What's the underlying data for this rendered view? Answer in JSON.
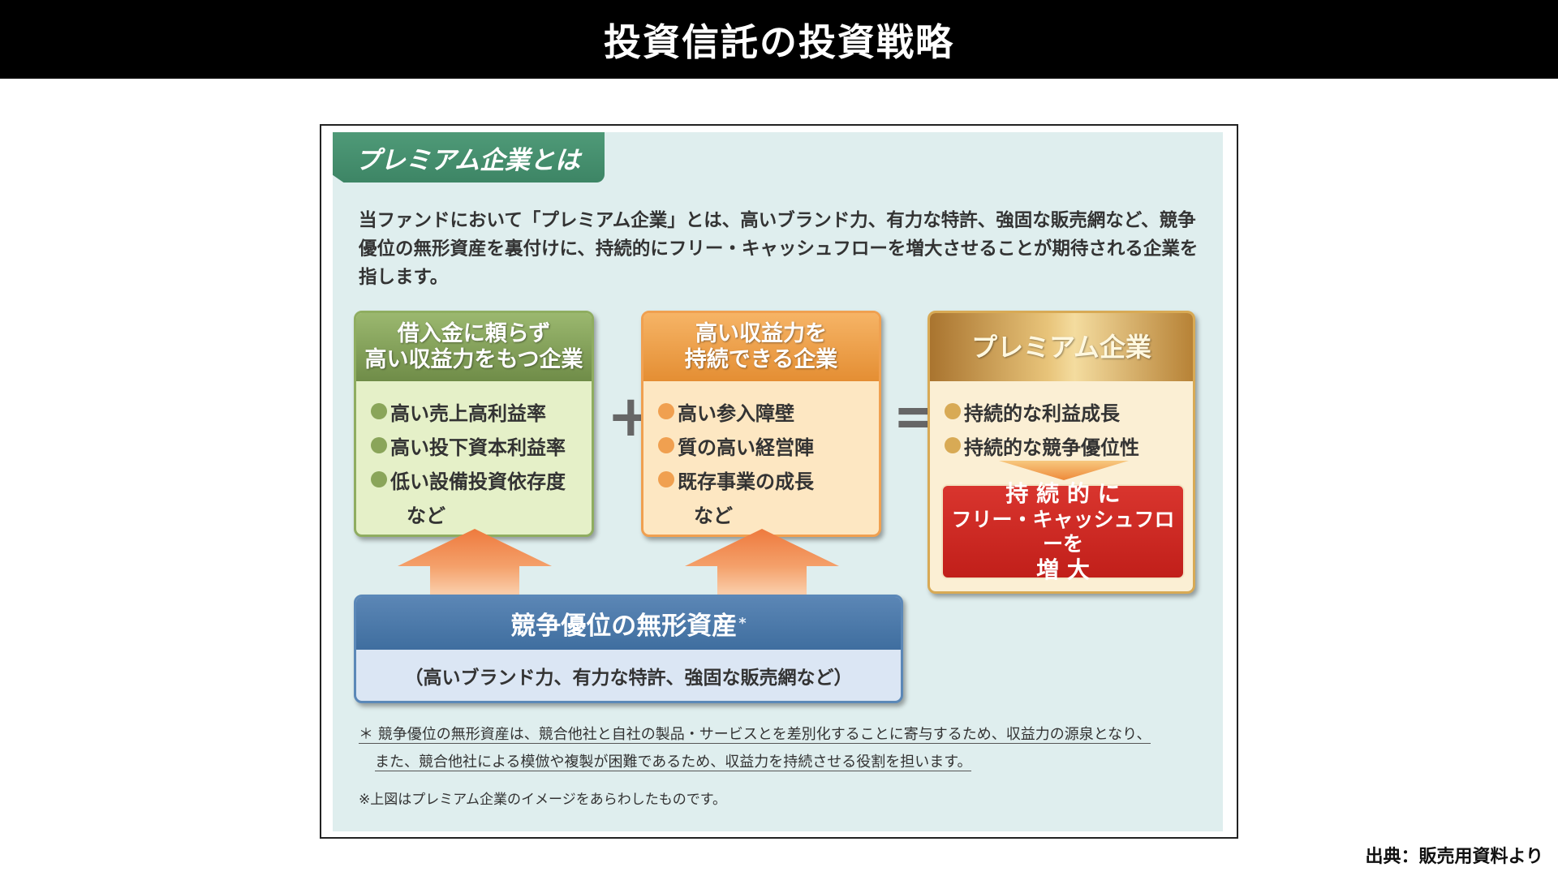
{
  "page": {
    "title": "投資信託の投資戦略",
    "source": "出典：販売用資料より"
  },
  "diagram": {
    "section_tab": "プレミアム企業とは",
    "intro": "当ファンドにおいて「プレミアム企業」とは、高いブランド力、有力な特許、強固な販売網など、競争優位の無形資産を裏付けに、持続的にフリー・キャッシュフローを増大させることが期待される企業を指します。",
    "box_left": {
      "head_line1": "借入金に頼らず",
      "head_line2": "高い収益力をもつ企業",
      "items": [
        "高い売上高利益率",
        "高い投下資本利益率",
        "低い設備投資依存度"
      ],
      "extra": "など"
    },
    "operator_plus": "+",
    "box_middle": {
      "head_line1": "高い収益力を",
      "head_line2": "持続できる企業",
      "items": [
        "高い参入障壁",
        "質の高い経営陣",
        "既存事業の成長"
      ],
      "extra": "など"
    },
    "operator_equals": "=",
    "box_right": {
      "head": "プレミアム企業",
      "items": [
        "持続的な利益成長",
        "持続的な競争優位性"
      ],
      "result_line1": "持 続 的 に",
      "result_line2": "フリー・キャッシュフローを",
      "result_line3": "増 大"
    },
    "foundation": {
      "head": "競争優位の無形資産",
      "head_mark": "*",
      "body": "（高いブランド力、有力な特許、強固な販売網など）"
    },
    "footnote_line1": "＊ 競争優位の無形資産は、競合他社と自社の製品・サービスとを差別化することに寄与するため、収益力の源泉となり、",
    "footnote_line2": "また、競合他社による模倣や複製が困難であるため、収益力を持続させる役割を担います。",
    "note": "※上図はプレミアム企業のイメージをあらわしたものです。"
  }
}
